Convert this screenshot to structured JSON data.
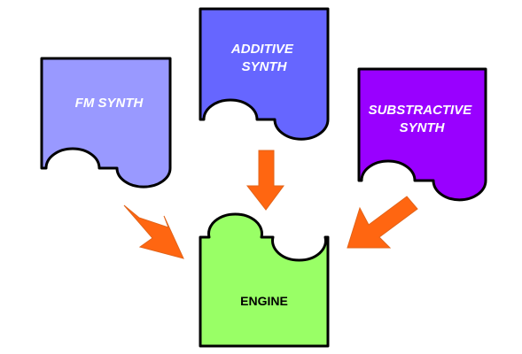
{
  "pieces": {
    "fm": {
      "label_lines": [
        "FM SYNTH"
      ],
      "color": "#9999ff"
    },
    "additive": {
      "label_lines": [
        "ADDITIVE",
        "SYNTH"
      ],
      "color": "#6666ff"
    },
    "subtractive": {
      "label_lines": [
        "SUBSTRACTIVE",
        "SYNTH"
      ],
      "color": "#9900ff"
    },
    "engine": {
      "label": "ENGINE",
      "color": "#99ff66"
    }
  },
  "arrows": {
    "color": "#ff6611"
  }
}
